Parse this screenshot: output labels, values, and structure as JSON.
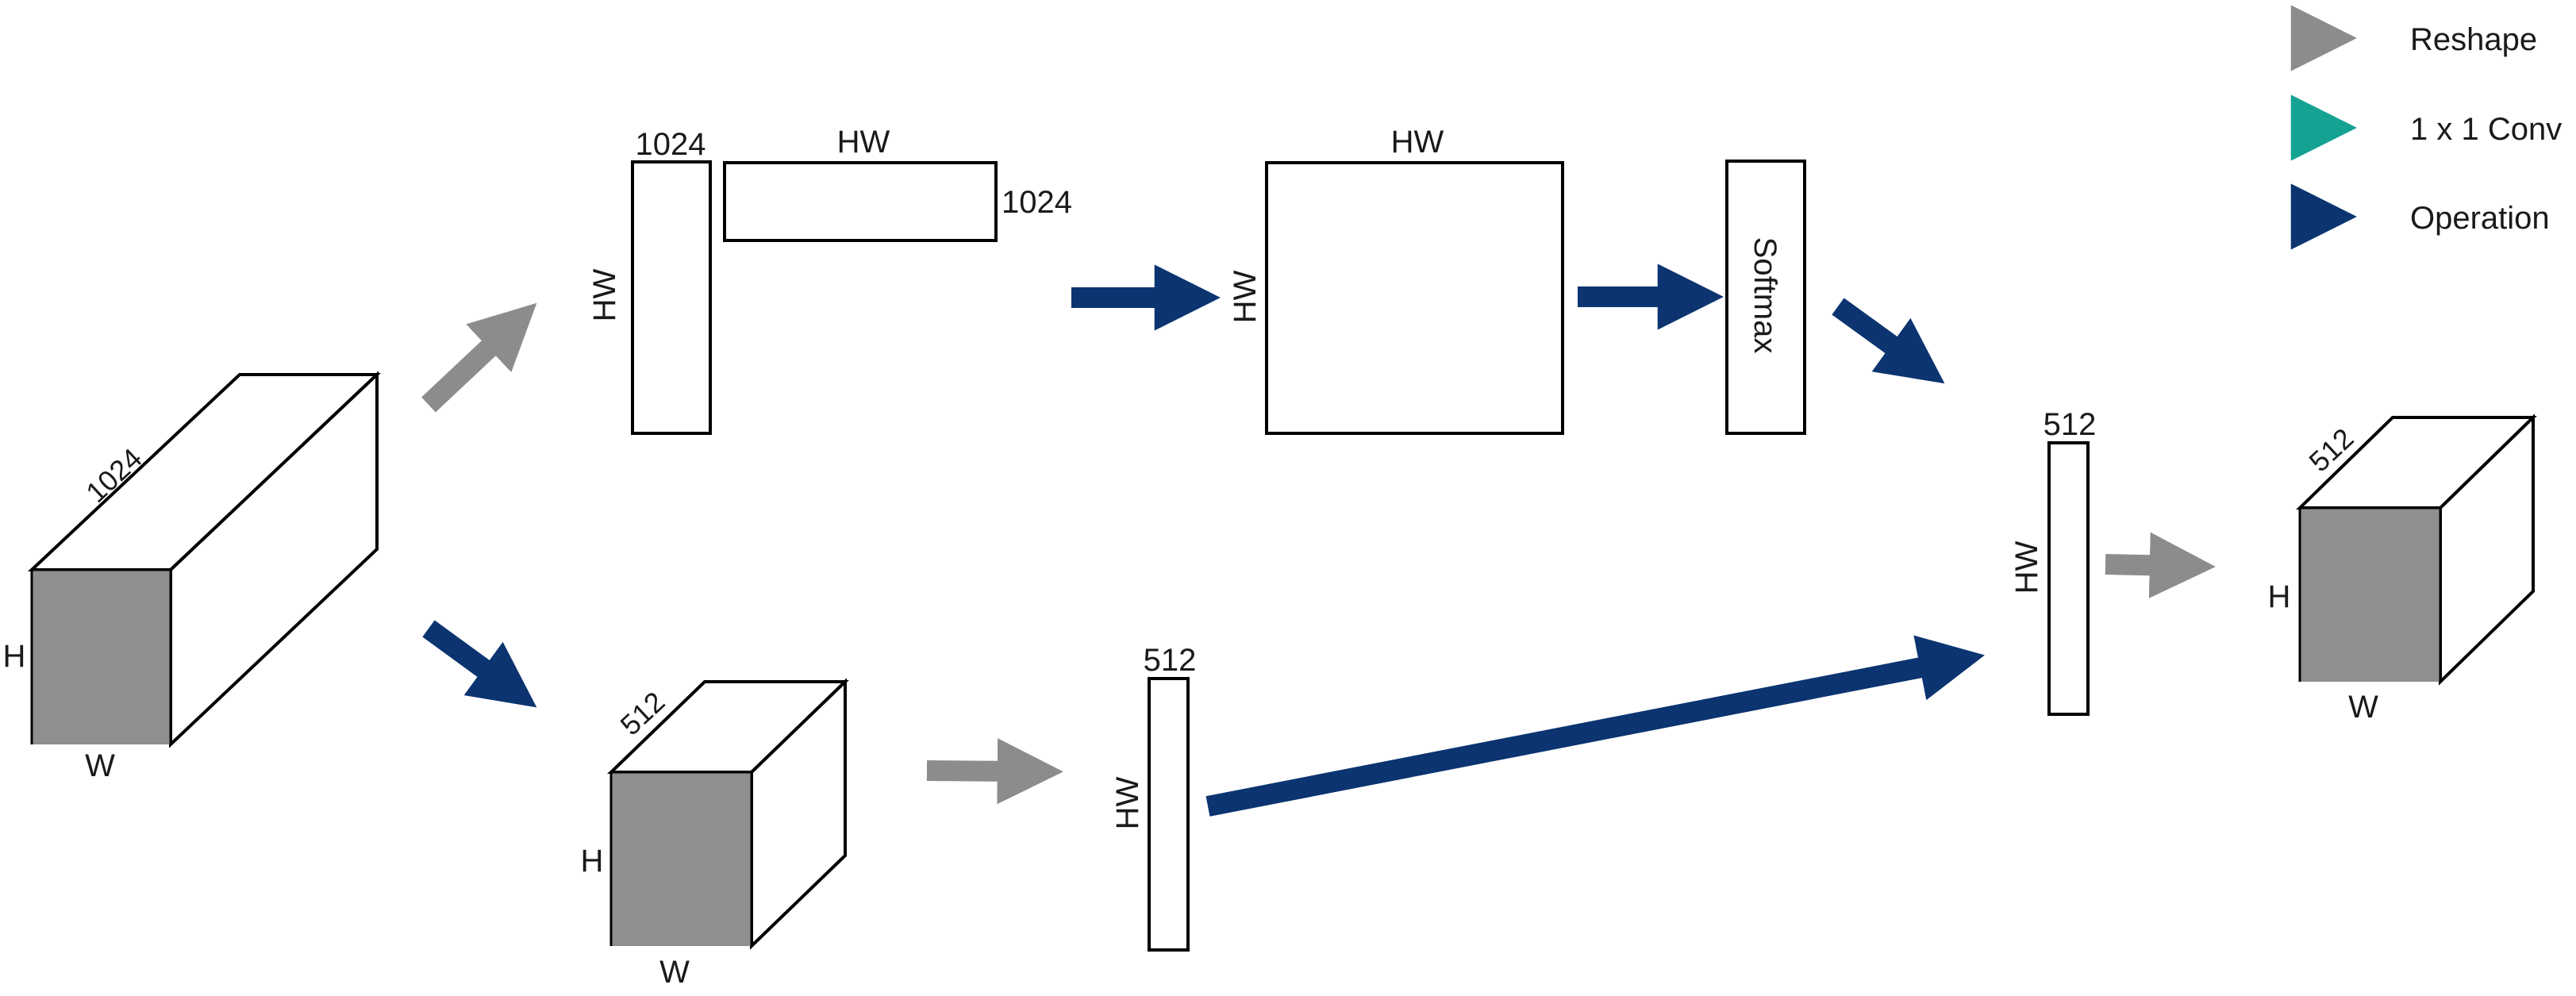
{
  "legend": {
    "items": [
      {
        "label": "Reshape",
        "color": "#8c8c8c"
      },
      {
        "label": "1 x 1 Conv",
        "color": "#14a393"
      },
      {
        "label": "Operation",
        "color": "#0b3470"
      }
    ]
  },
  "colors": {
    "reshape": "#8c8c8c",
    "conv": "#14a393",
    "operation": "#0b3470",
    "tensor_face": "#8f8f8f",
    "outline": "#000000"
  },
  "input_tensor": {
    "depth": "1024",
    "height": "H",
    "width": "W"
  },
  "key_tensor": {
    "depth": "512",
    "height": "H",
    "width": "W"
  },
  "output_tensor": {
    "depth": "512",
    "height": "H",
    "width": "W"
  },
  "query_matrix": {
    "cols": "1024",
    "rows": "HW"
  },
  "key_matrix": {
    "cols": "HW",
    "rows": "1024"
  },
  "attention_matrix": {
    "cols": "HW",
    "rows": "HW"
  },
  "softmax": {
    "label": "Softmax"
  },
  "value_matrix": {
    "cols": "512",
    "rows": "HW"
  },
  "result_matrix": {
    "cols": "512",
    "rows": "HW"
  }
}
